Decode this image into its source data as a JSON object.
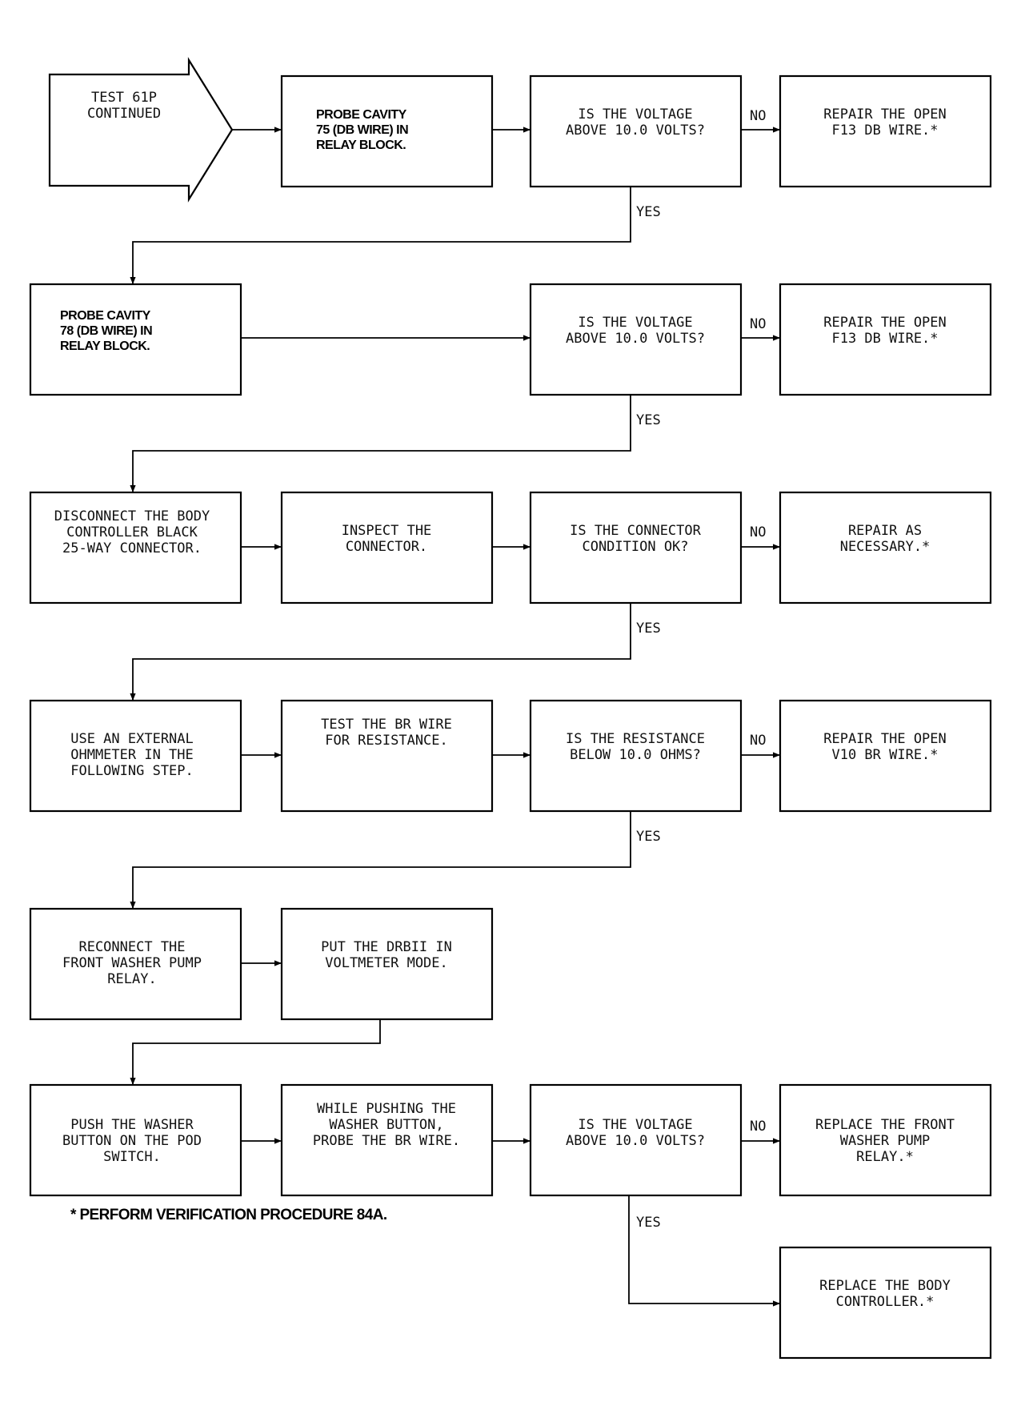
{
  "start": [
    "TEST 61P",
    "CONTINUED"
  ],
  "boxes": {
    "probe75": [
      "PROBE CAVITY",
      "75 (DB WIRE) IN",
      "RELAY BLOCK."
    ],
    "volt1": [
      "IS THE VOLTAGE",
      "ABOVE 10.0 VOLTS?"
    ],
    "repair1": [
      "REPAIR THE OPEN",
      "F13 DB WIRE.*"
    ],
    "probe78": [
      "PROBE CAVITY",
      "78 (DB WIRE) IN",
      "RELAY BLOCK."
    ],
    "volt2": [
      "IS THE VOLTAGE",
      "ABOVE 10.0 VOLTS?"
    ],
    "repair2": [
      "REPAIR THE OPEN",
      "F13 DB WIRE.*"
    ],
    "disconnect": [
      "DISCONNECT THE BODY",
      "CONTROLLER BLACK",
      "25-WAY CONNECTOR."
    ],
    "inspect": [
      "INSPECT THE",
      "CONNECTOR."
    ],
    "conncond": [
      "IS THE CONNECTOR",
      "CONDITION OK?"
    ],
    "repairnec": [
      "REPAIR AS",
      "NECESSARY.*"
    ],
    "useohm": [
      "USE AN EXTERNAL",
      "OHMMETER IN THE",
      "FOLLOWING STEP."
    ],
    "testbr": [
      "TEST THE BR WIRE",
      "FOR RESISTANCE."
    ],
    "resist": [
      "IS THE RESISTANCE",
      "BELOW 10.0 OHMS?"
    ],
    "repairv10": [
      "REPAIR THE OPEN",
      "V10 BR WIRE.*"
    ],
    "reconnect": [
      "RECONNECT THE",
      "FRONT WASHER PUMP",
      "RELAY."
    ],
    "putdrb": [
      "PUT THE DRBII IN",
      "VOLTMETER MODE."
    ],
    "push": [
      "PUSH THE WASHER",
      "BUTTON ON THE POD",
      "SWITCH."
    ],
    "while": [
      "WHILE PUSHING THE",
      "WASHER BUTTON,",
      "PROBE THE BR WIRE."
    ],
    "volt3": [
      "IS THE VOLTAGE",
      "ABOVE 10.0 VOLTS?"
    ],
    "replacepump": [
      "REPLACE THE FRONT",
      "WASHER PUMP",
      "RELAY.*"
    ],
    "replacebody": [
      "REPLACE THE BODY",
      "CONTROLLER.*"
    ]
  },
  "labels": {
    "no": "NO",
    "yes": "YES"
  },
  "footnote": "* PERFORM VERIFICATION PROCEDURE 84A."
}
